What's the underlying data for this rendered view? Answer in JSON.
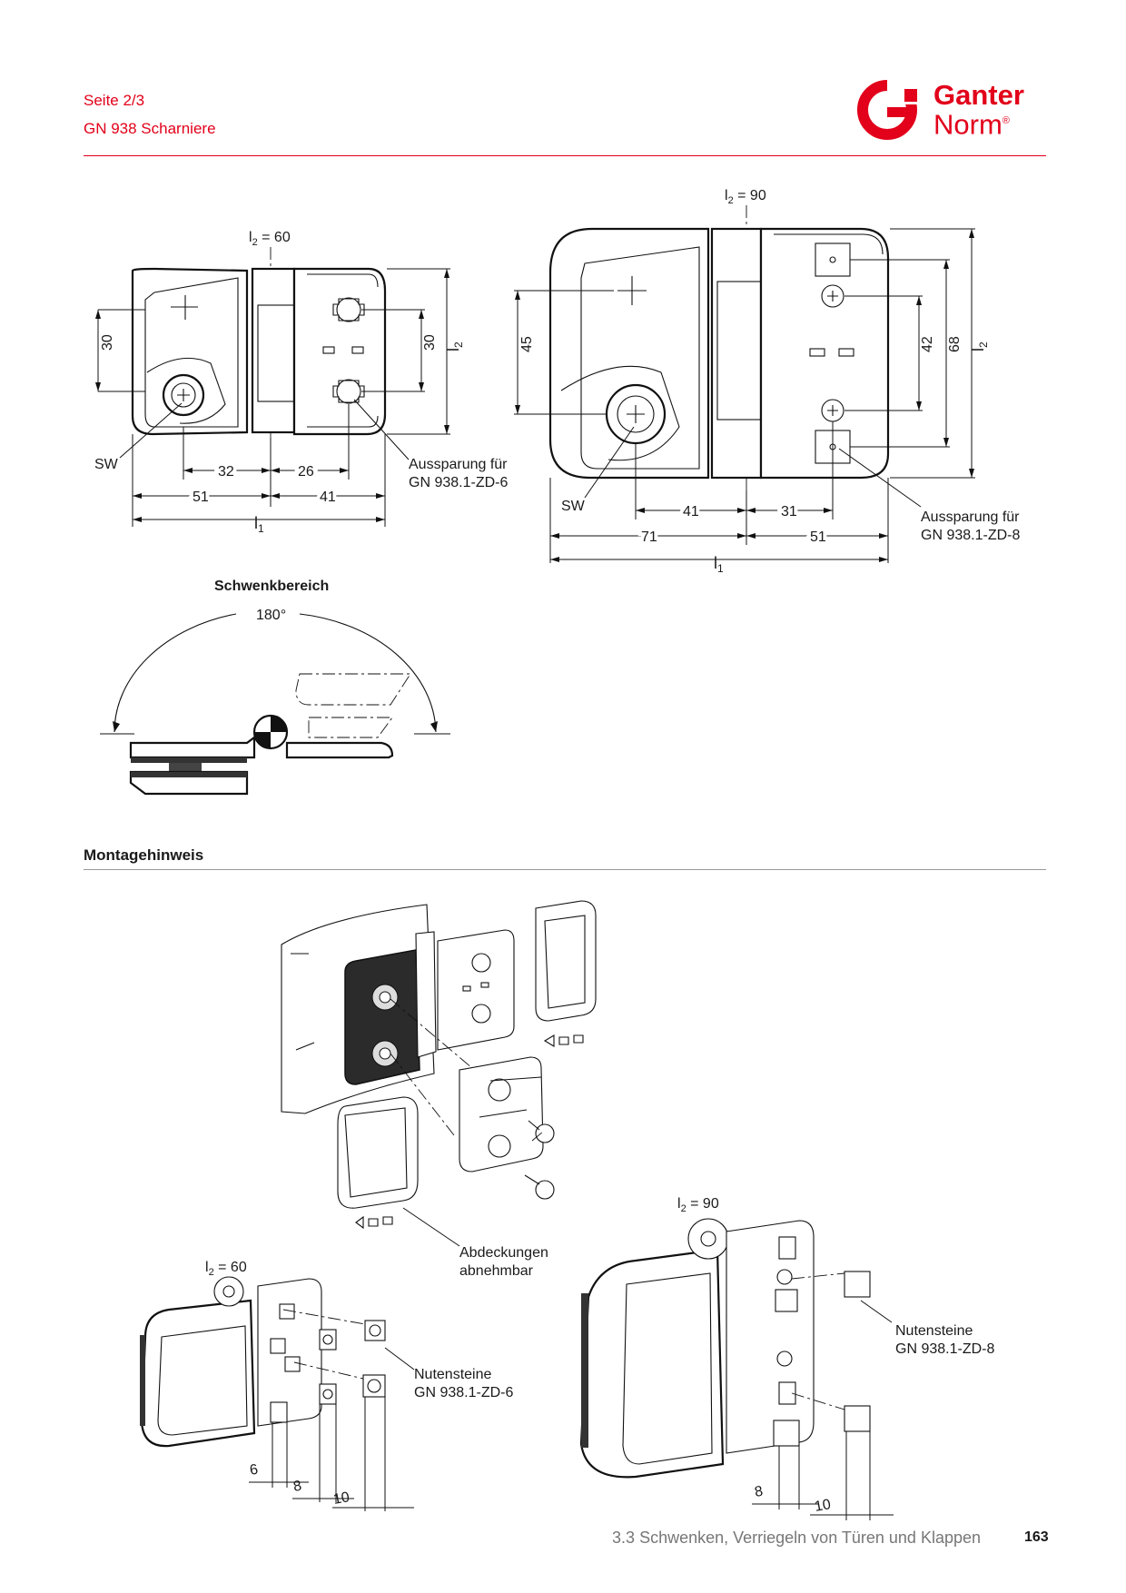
{
  "header": {
    "page_label": "Seite 2/3",
    "doc_title": "GN 938 Scharniere",
    "logo_line1": "Ganter",
    "logo_line2": "Norm",
    "logo_reg": "®",
    "brand_color": "#e2001a"
  },
  "drawing_small": {
    "l2_label": "l",
    "l2_sub": "2",
    "l2_value": " = 60",
    "dim_left_30": "30",
    "dim_right_30": "30",
    "dim_l2": "l",
    "dim_l2_sub": "2",
    "sw": "SW",
    "dim_32": "32",
    "dim_26": "26",
    "dim_51": "51",
    "dim_41": "41",
    "dim_l1": "l",
    "dim_l1_sub": "1",
    "callout_line1": "Aussparung für",
    "callout_line2": "GN 938.1-ZD-6"
  },
  "drawing_large": {
    "l2_label": "l",
    "l2_sub": "2",
    "l2_value": " = 90",
    "dim_45": "45",
    "dim_42": "42",
    "dim_68": "68",
    "dim_l2": "l",
    "dim_l2_sub": "2",
    "sw": "SW",
    "dim_41": "41",
    "dim_31": "31",
    "dim_71": "71",
    "dim_51": "51",
    "dim_l1": "l",
    "dim_l1_sub": "1",
    "callout_line1": "Aussparung für",
    "callout_line2": "GN 938.1-ZD-8"
  },
  "swivel": {
    "title": "Schwenkbereich",
    "angle": "180°"
  },
  "mounting": {
    "title": "Montagehinweis",
    "covers_line1": "Abdeckungen",
    "covers_line2": "abnehmbar",
    "small_l2": "l",
    "small_l2_sub": "2",
    "small_l2_value": " = 60",
    "large_l2": "l",
    "large_l2_sub": "2",
    "large_l2_value": " = 90",
    "nut_small_line1": "Nutensteine",
    "nut_small_line2": "GN 938.1-ZD-6",
    "nut_large_line1": "Nutensteine",
    "nut_large_line2": "GN 938.1-ZD-8",
    "dim_6": "6",
    "dim_8_small": "8",
    "dim_10_small": "10",
    "dim_8_large": "8",
    "dim_10_large": "10"
  },
  "footer": {
    "section": "3.3 Schwenken, Verriegeln von Türen und Klappen",
    "page": "163"
  }
}
